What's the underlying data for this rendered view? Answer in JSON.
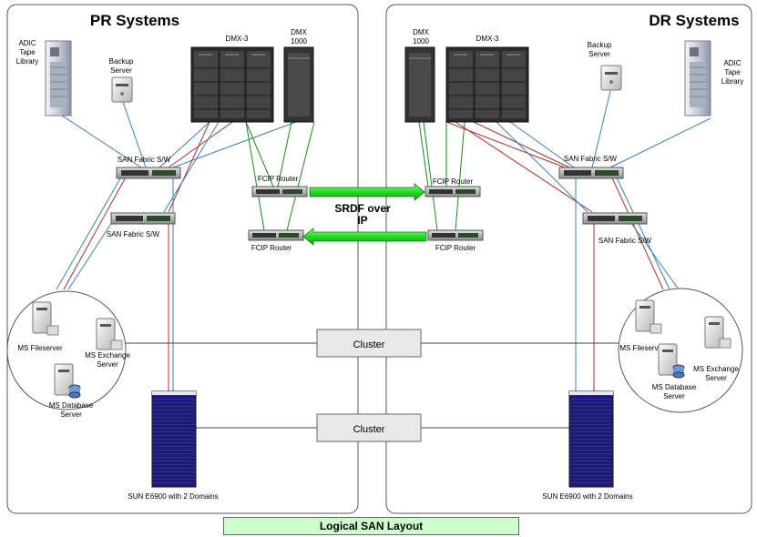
{
  "pr": {
    "title": "PR Systems",
    "adic": [
      "ADIC",
      "Tape",
      "Library"
    ],
    "backup": [
      "Backup",
      "Server"
    ],
    "dmx3": "DMX-3",
    "dmx1000": [
      "DMX",
      "1000"
    ],
    "san_top": "SAN Fabric S/W",
    "san_bottom": "SAN Fabric S/W",
    "fcip_top": "FCIP Router",
    "fcip_bottom": "FCIP Router",
    "fileserver": "MS Fileserver",
    "exchange": [
      "MS Exchange",
      "Server"
    ],
    "database": [
      "MS Database",
      "Server"
    ],
    "sun": "SUN E6900 with 2 Domains"
  },
  "dr": {
    "title": "DR Systems",
    "adic": [
      "ADIC",
      "Tape",
      "Library"
    ],
    "backup": [
      "Backup",
      "Server"
    ],
    "dmx3": "DMX-3",
    "dmx1000": [
      "DMX",
      "1000"
    ],
    "san_top": "SAN Fabric S/W",
    "san_bottom": "SAN Fabric S/W",
    "fcip_top": "FCIP Router",
    "fcip_bottom": "FCIP Router",
    "fileserver": "MS Fileserver",
    "exchange": [
      "MS Exchange",
      "Server"
    ],
    "database": [
      "MS Database",
      "Server"
    ],
    "sun": "SUN E6900 with 2 Domains"
  },
  "srdf": [
    "SRDF over",
    "IP"
  ],
  "cluster_top": "Cluster",
  "cluster_bottom": "Cluster",
  "footer": "Logical SAN Layout",
  "colors": {
    "srdf_arrow": "#33ee33",
    "fibre_link": "#3a7fc0",
    "copper_link": "#a83232",
    "router_link": "#1a8a1a",
    "cluster_box": "#e8e8e8",
    "footer_box": "#ccffcc",
    "sun_server": "#1a1a6a"
  }
}
